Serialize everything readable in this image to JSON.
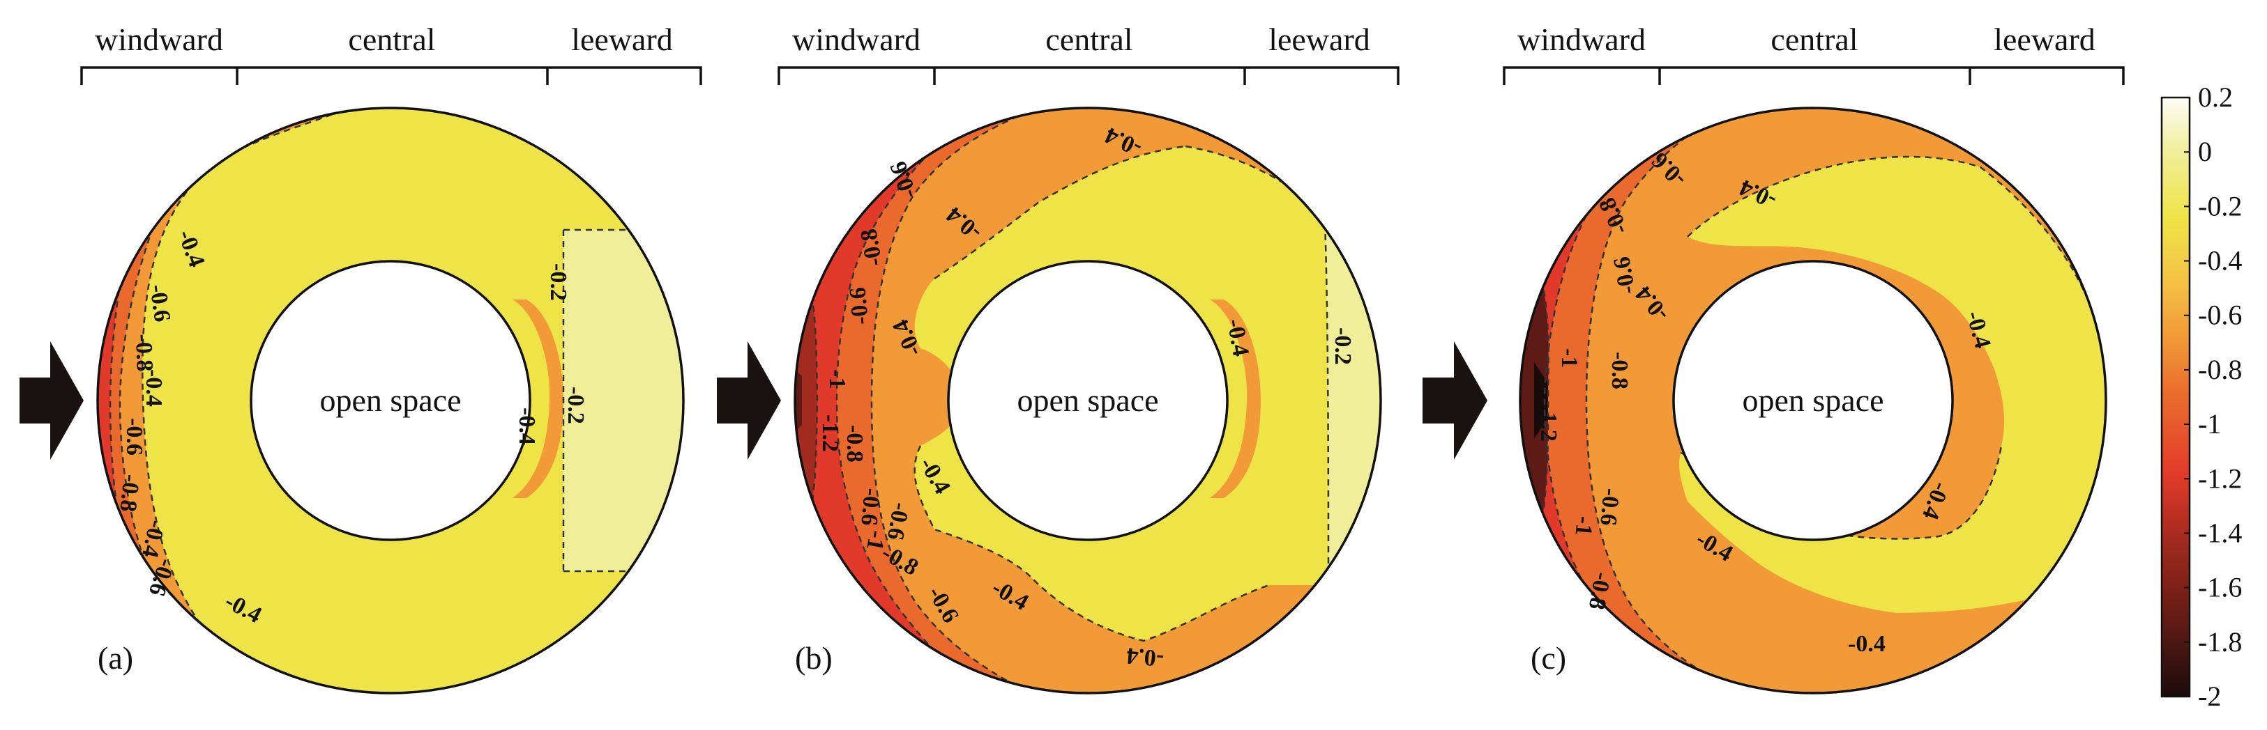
{
  "regions": {
    "windward": "windward",
    "central": "central",
    "leeward": "leeward"
  },
  "center_label": "open space",
  "panel_letters": [
    "(a)",
    "(b)",
    "(c)"
  ],
  "colorbar": {
    "ticks": [
      "0.2",
      "0",
      "-0.2",
      "-0.4",
      "-0.6",
      "-0.8",
      "-1",
      "-1.2",
      "-1.4",
      "-1.6",
      "-1.8",
      "-2"
    ],
    "min": -2,
    "max": 0.2,
    "colors": [
      "#1a0b0b",
      "#5e1a14",
      "#a32a1e",
      "#e23a2a",
      "#ea6a2d",
      "#f19a37",
      "#f4c445",
      "#eee447",
      "#f1ee9a",
      "#fdfdf6"
    ]
  },
  "panels": [
    {
      "letter": "(a)",
      "contour_labels": [
        "-0.4",
        "-0.6",
        "-0.8",
        "-0.4",
        "-0.6",
        "-0.8",
        "-0.4",
        "-0.6",
        "-0.4",
        "-0.2",
        "-0.2",
        "-0.4"
      ]
    },
    {
      "letter": "(b)",
      "contour_labels": [
        "-0.4",
        "-0.6",
        "-0.4",
        "-0.8",
        "-0.6",
        "-0.4",
        "-1",
        "-1.2",
        "-0.8",
        "-0.6",
        "-0.4",
        "-0.6",
        "-1",
        "-0.8",
        "-0.6",
        "-0.4",
        "-0.4",
        "-0.4",
        "-0.2"
      ]
    },
    {
      "letter": "(c)",
      "contour_labels": [
        "-0.6",
        "-0.4",
        "-0.8",
        "-0.6",
        "-0.4",
        "-1",
        "-0.8",
        "-1.2",
        "-0.6",
        "-1",
        "-0.8",
        "-0.4",
        "-0.4",
        "-0.4",
        "-0.4"
      ]
    }
  ]
}
